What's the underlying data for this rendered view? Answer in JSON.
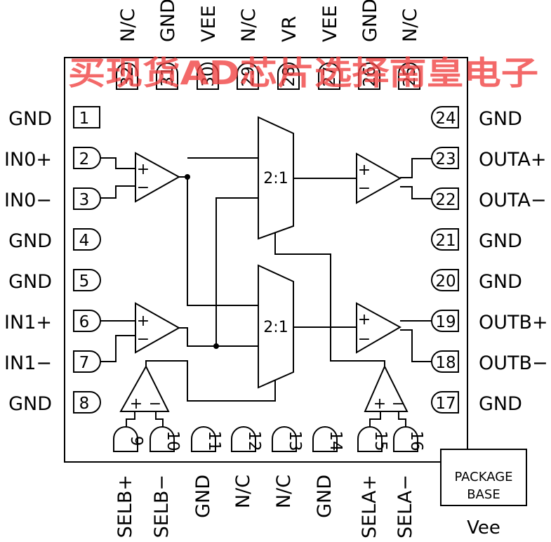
{
  "watermark": "买现货AD芯片选择南皇电子",
  "left_pins": [
    {
      "num": "1",
      "name": "GND"
    },
    {
      "num": "2",
      "name": "IN0+"
    },
    {
      "num": "3",
      "name": "IN0−"
    },
    {
      "num": "4",
      "name": "GND"
    },
    {
      "num": "5",
      "name": "GND"
    },
    {
      "num": "6",
      "name": "IN1+"
    },
    {
      "num": "7",
      "name": "IN1−"
    },
    {
      "num": "8",
      "name": "GND"
    }
  ],
  "right_pins": [
    {
      "num": "24",
      "name": "GND"
    },
    {
      "num": "23",
      "name": "OUTA+"
    },
    {
      "num": "22",
      "name": "OUTA−"
    },
    {
      "num": "21",
      "name": "GND"
    },
    {
      "num": "20",
      "name": "GND"
    },
    {
      "num": "19",
      "name": "OUTB+"
    },
    {
      "num": "18",
      "name": "OUTB−"
    },
    {
      "num": "17",
      "name": "GND"
    }
  ],
  "top_pins": [
    {
      "num": "32",
      "name": "N/C"
    },
    {
      "num": "31",
      "name": "GND"
    },
    {
      "num": "30",
      "name": "VEE"
    },
    {
      "num": "29",
      "name": "N/C"
    },
    {
      "num": "28",
      "name": "VR"
    },
    {
      "num": "27",
      "name": "VEE"
    },
    {
      "num": "26",
      "name": "GND"
    },
    {
      "num": "25",
      "name": "N/C"
    }
  ],
  "bottom_pins": [
    {
      "num": "9",
      "name": "SELB+"
    },
    {
      "num": "10",
      "name": "SELB−"
    },
    {
      "num": "11",
      "name": "GND"
    },
    {
      "num": "12",
      "name": "N/C"
    },
    {
      "num": "13",
      "name": "N/C"
    },
    {
      "num": "14",
      "name": "GND"
    },
    {
      "num": "15",
      "name": "SELA+"
    },
    {
      "num": "16",
      "name": "SELA−"
    }
  ],
  "mux_labels": {
    "top": "2:1",
    "bottom": "2:1"
  },
  "amp_signs": {
    "plus": "+",
    "minus": "−"
  },
  "package_base": {
    "line1": "PACKAGE",
    "line2": "BASE"
  },
  "vee_label": "Vee"
}
